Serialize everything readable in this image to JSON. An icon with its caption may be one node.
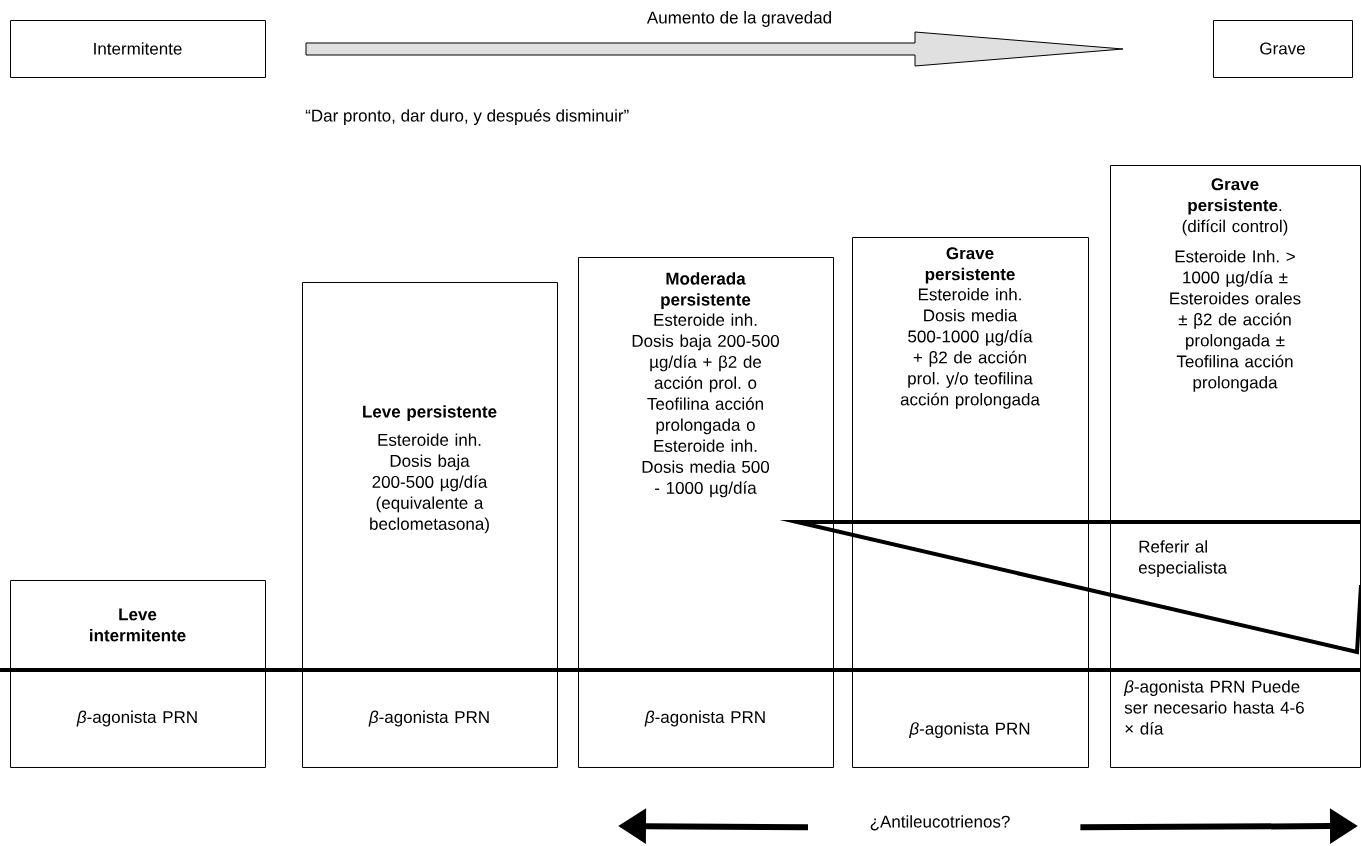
{
  "diagram": {
    "nodes": [
      {
        "text": [
          "Intermitente"
        ]
      },
      {
        "text": [
          "Grave"
        ]
      },
      {
        "text": [
          "Leve intermitente"
        ]
      },
      {
        "text": [
          "Leve persistente",
          "Esteroide inh. Dosis baja 200-500 µg/día (equivalente a beclometasona)"
        ]
      },
      {
        "text": [
          "Moderada persistente",
          "Esteroide inh. Dosis baja 200-500 µg/día + β2 de acción prol. o Teofilina acción prolongada o Esteroide inh. Dosis media 500 - 1000 µg/día"
        ]
      },
      {
        "text": [
          "Grave persistente",
          "Esteroide inh. Dosis media 500-1000 µg/día + β2 de acción prol. y/o teofilina acción prolongada"
        ]
      },
      {
        "text": [
          "**Grave persistente**. (difícil control)",
          "Esteroide Inh. > 1000 µg/día ± Esteroides orales ± β2 de acción prolongada ± Teofilina acción prolongada"
        ]
      },
      {
        "text": [
          "*β*-agonista PRN"
        ]
      },
      {
        "text": [
          "*β*-agonista PRN"
        ]
      },
      {
        "text": [
          "*β*-agonista PRN"
        ]
      },
      {
        "text": [
          "*β*-agonista PRN"
        ]
      },
      {
        "text": [
          "*β*-agonista PRN Puede ser necesario hasta 4-6 × día"
        ]
      },
      {
        "text": [
          "¿Antileucotrienos?"
        ]
      }
    ],
    "edges": [
      {
        "from": 0,
        "to": 1,
        "arrow": "to",
        "label": "Aumento de la gravedad"
      },
      {
        "from": 12,
        "to": null,
        "arrow": "to"
      },
      {
        "from": 12,
        "to": null,
        "arrow": "to"
      }
    ],
    "labels": [
      "“Dar pronto, dar duro, y después disminuir”",
      "Referir al especialista"
    ]
  }
}
